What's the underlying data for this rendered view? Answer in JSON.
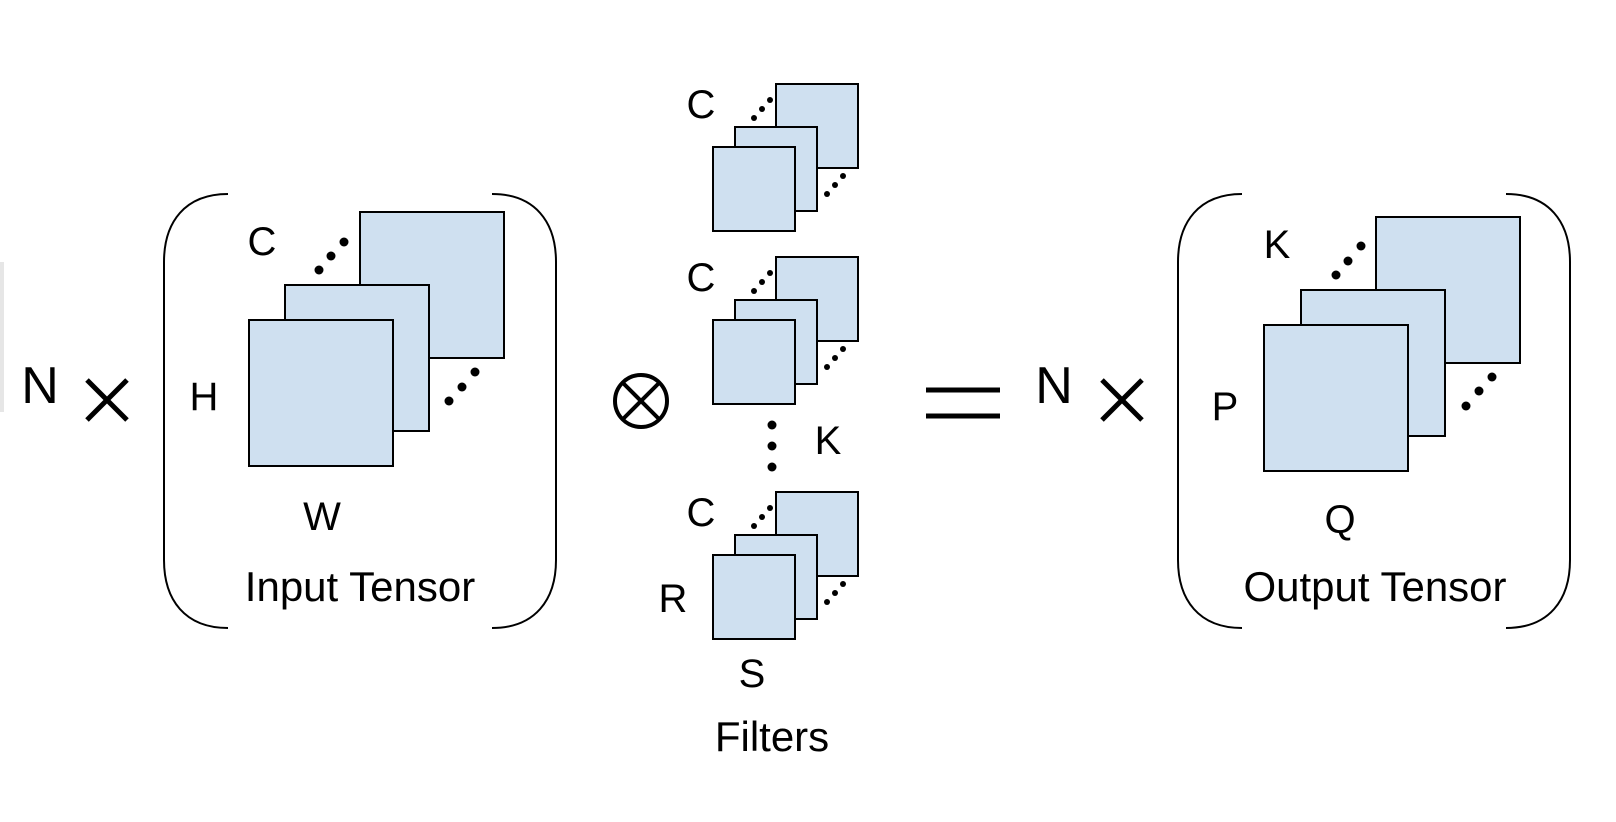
{
  "multiplier_left": "N",
  "multiplier_right": "N",
  "input": {
    "caption": "Input Tensor",
    "channel_label": "C",
    "height_label": "H",
    "width_label": "W"
  },
  "filters": {
    "caption": "Filters",
    "channel_labels": [
      "C",
      "C",
      "C"
    ],
    "count_label": "K",
    "height_label": "R",
    "width_label": "S"
  },
  "output": {
    "caption": "Output Tensor",
    "channel_label": "K",
    "height_label": "P",
    "width_label": "Q"
  },
  "colors": {
    "square_fill": "#cfe0f0",
    "stroke": "#000000"
  },
  "symbols": {
    "times": "times-icon",
    "convolution": "circled-times-icon",
    "equals": "equals-icon"
  }
}
